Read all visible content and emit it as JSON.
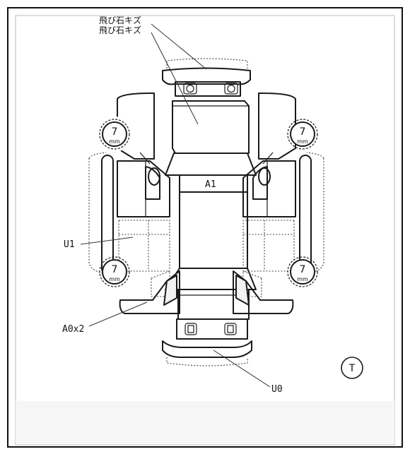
{
  "damage_labels": {
    "stone_chip_1": "飛び石キズ",
    "stone_chip_2": "飛び石キズ",
    "roof": "A1",
    "left_side": "U1",
    "left_lower": "A0x2",
    "rear_bumper": "U0"
  },
  "tires": {
    "front_left": {
      "value": "7",
      "unit": "mm"
    },
    "front_right": {
      "value": "7",
      "unit": "mm"
    },
    "rear_left": {
      "value": "7",
      "unit": "mm"
    },
    "rear_right": {
      "value": "7",
      "unit": "mm"
    }
  },
  "corner_badge": "T"
}
